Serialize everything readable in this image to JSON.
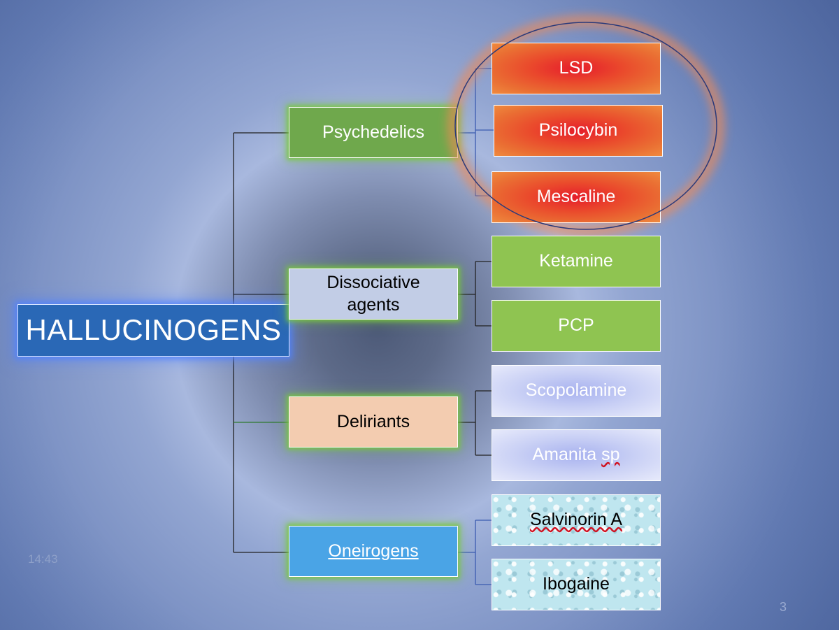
{
  "root": {
    "label": "HALLUCINOGENS"
  },
  "categories": [
    {
      "label": "Psychedelics",
      "color": "#6fa84c"
    },
    {
      "label": "Dissociative agents",
      "color": "#c2cde6"
    },
    {
      "label": "Deliriants",
      "color": "#f3ccb0"
    },
    {
      "label": "Oneirogens",
      "color": "#4aa4e6"
    }
  ],
  "items": {
    "lsd": "LSD",
    "psilocybin": "Psilocybin",
    "mescaline": "Mescaline",
    "ketamine": "Ketamine",
    "pcp": "PCP",
    "scopolamine": "Scopolamine",
    "amanita_main": "Amanita ",
    "amanita_sp": "sp",
    "salvinorin_a": "Salvinorin A",
    "ibogaine": "Ibogaine"
  },
  "footer": {
    "time": "14:43",
    "page_number": "3"
  },
  "colors": {
    "highlight_ring": "#2b3a7a",
    "highlight_glow": "#f08a55",
    "connector": "#222222"
  }
}
